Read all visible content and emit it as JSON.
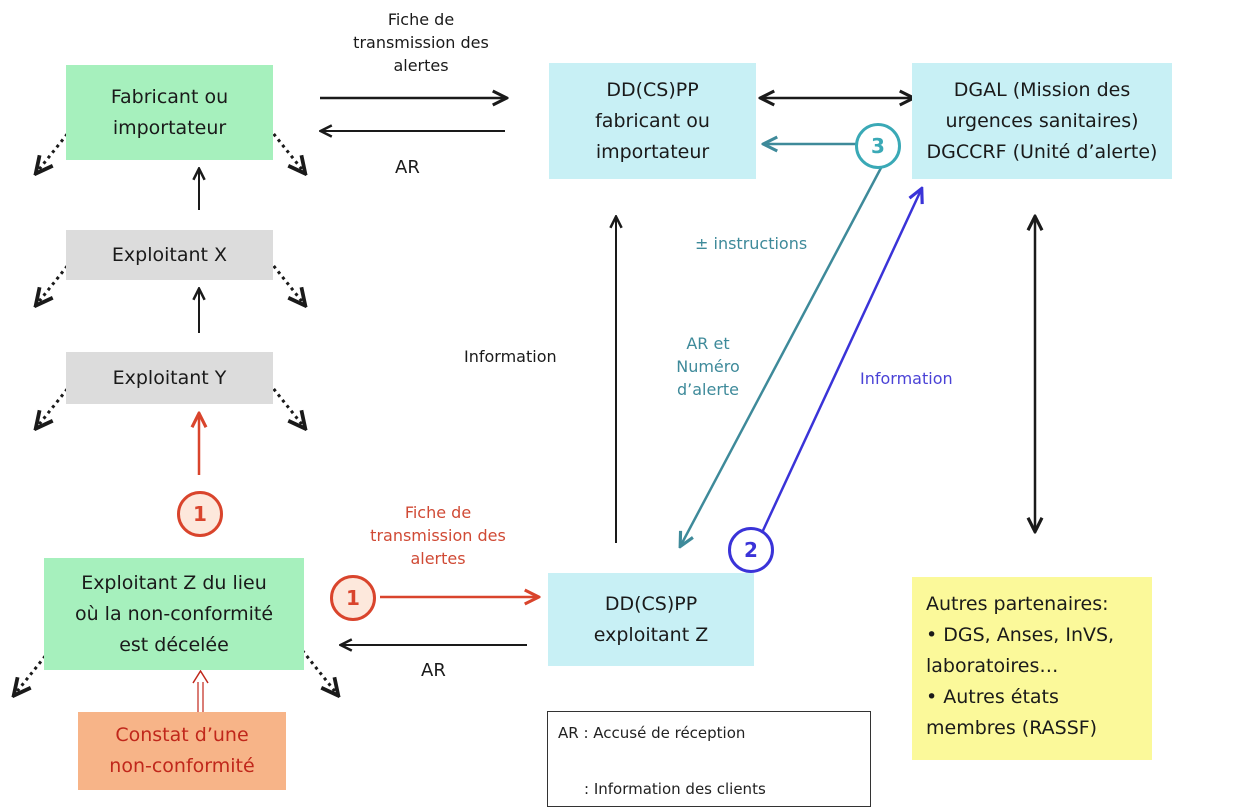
{
  "boxes": {
    "fabricant": [
      "Fabricant ou",
      "importateur"
    ],
    "exploitant_x": "Exploitant X",
    "exploitant_y": "Exploitant Y",
    "exploitant_z": [
      "Exploitant Z du lieu",
      "où la non-conformité",
      "est décelée"
    ],
    "constat": [
      "Constat d’une",
      "non-conformité"
    ],
    "dd_fabricant": [
      "DD(CS)PP",
      "fabricant ou",
      "importateur"
    ],
    "dd_exploitant": [
      "DD(CS)PP",
      "exploitant Z"
    ],
    "dgal": [
      "DGAL (Mission des",
      "urgences sanitaires)",
      "DGCCRF (Unité d’alerte)"
    ]
  },
  "partners": {
    "title": "Autres partenaires:",
    "line1": "• DGS, Anses, InVS,",
    "line2": "laboratoires…",
    "line3": "• Autres états",
    "line4": "membres (RASSF)"
  },
  "labels": {
    "fiche_top": [
      "Fiche de",
      "transmission des",
      "alertes"
    ],
    "ar_top": "AR",
    "fiche_bottom": [
      "Fiche de",
      "transmission des",
      "alertes"
    ],
    "ar_bottom": "AR",
    "information_left": "Information",
    "instructions": "± instructions",
    "ar_numero": [
      "AR et",
      "Numéro",
      "d’alerte"
    ],
    "information_blue": "Information"
  },
  "badges": {
    "one_a": "1",
    "one_b": "1",
    "two": "2",
    "three": "3"
  },
  "legend": {
    "ar": "AR : Accusé de réception",
    "clients": ": Information des clients"
  },
  "colors": {
    "green": "#a6f0bd",
    "grey": "#dcdcdc",
    "cyan": "#c8f0f5",
    "yellow": "#fbf99a",
    "orange": "#f7b488",
    "red": "#d9442c",
    "teal": "#3e8a9a",
    "blue": "#3a33d8",
    "black": "#1a1a1a"
  }
}
